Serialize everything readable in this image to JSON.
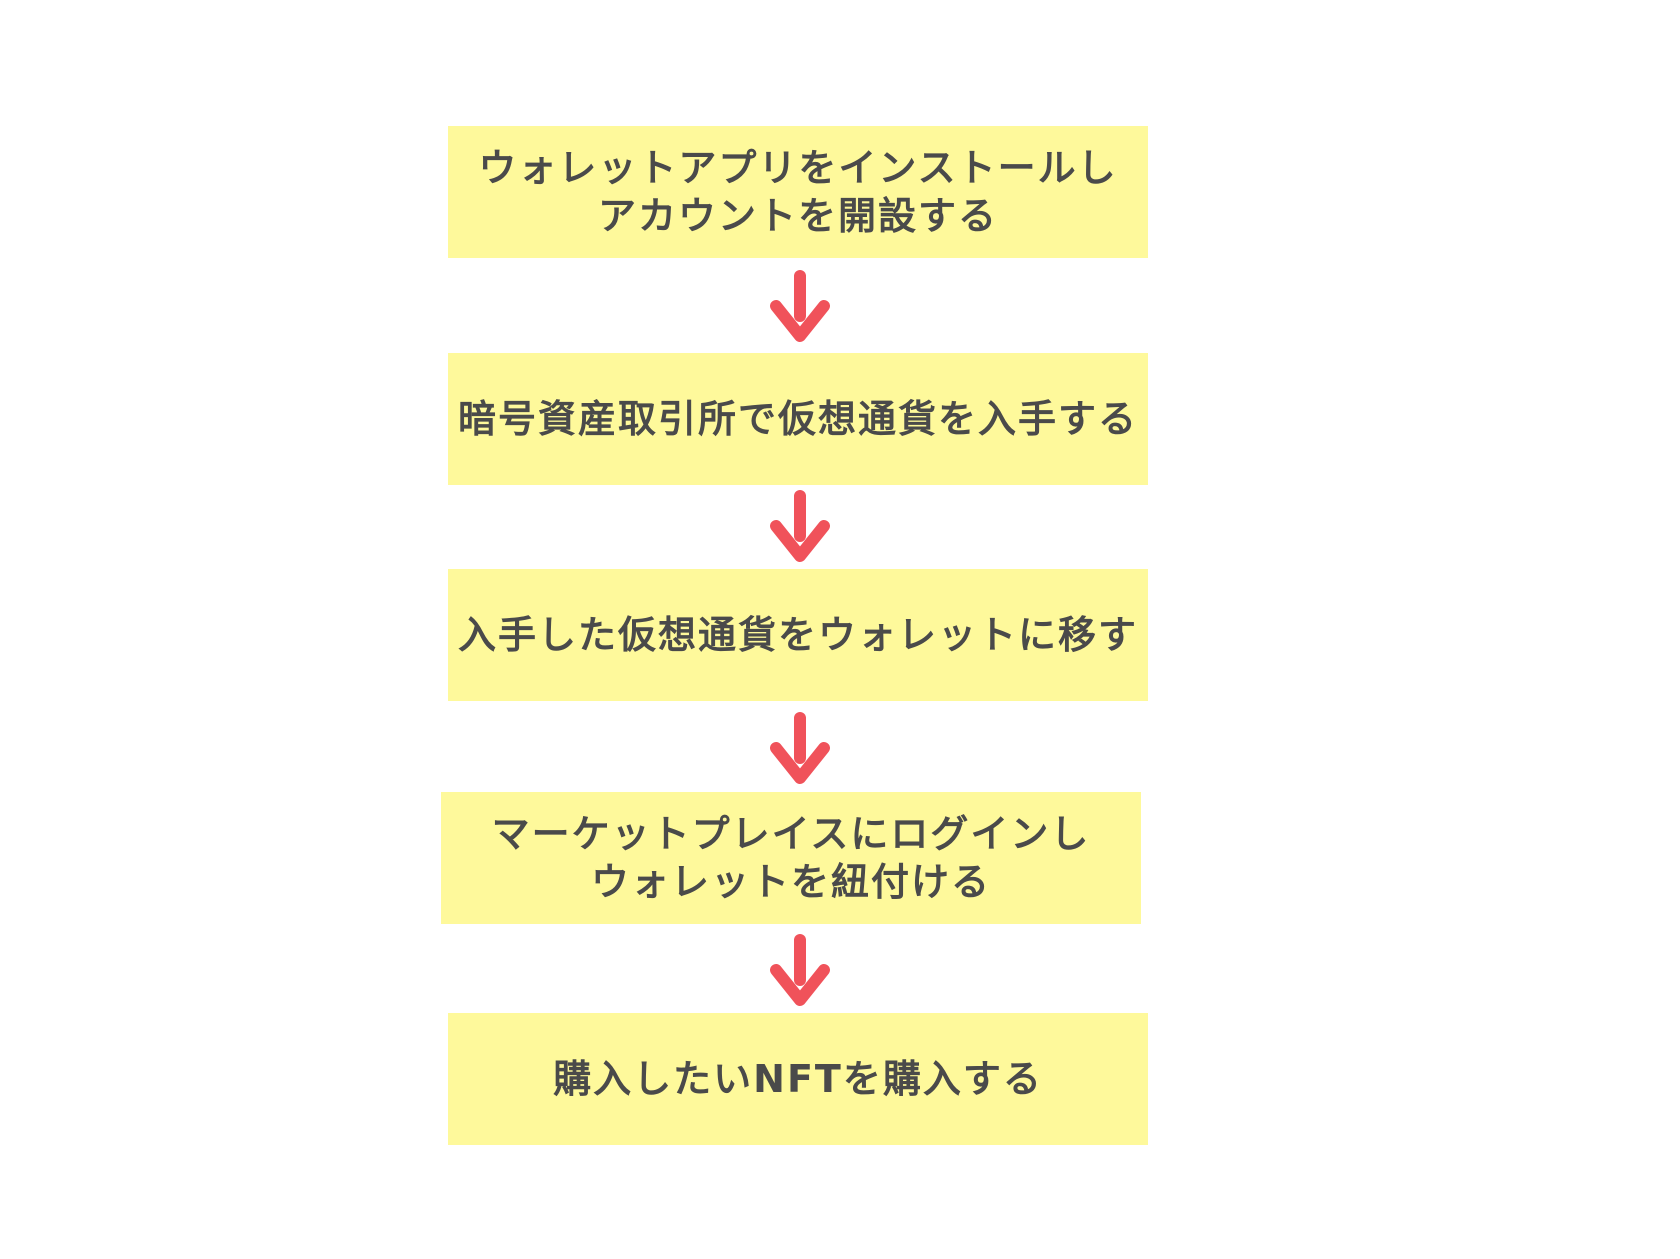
{
  "steps": [
    {
      "text": "ウォレットアプリをインストールし\nアカウントを開設する"
    },
    {
      "text": "暗号資産取引所で仮想通貨を入手する"
    },
    {
      "text": "入手した仮想通貨をウォレットに移す"
    },
    {
      "text": "マーケットプレイスにログインし\nウォレットを紐付ける"
    },
    {
      "text": "購入したいNFTを購入する"
    }
  ],
  "colors": {
    "box_fill": "#fef99b",
    "text": "#4a4a4a",
    "arrow": "#f0525a"
  }
}
